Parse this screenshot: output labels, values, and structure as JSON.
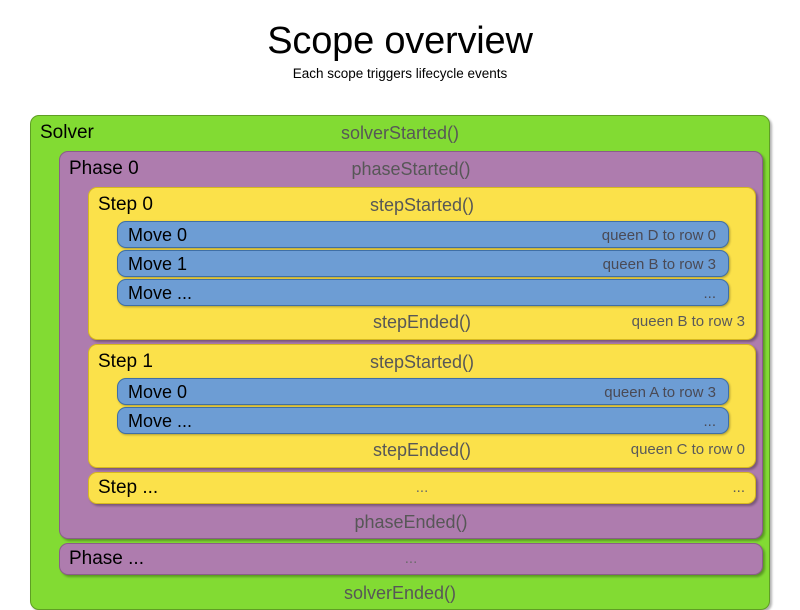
{
  "header": {
    "title": "Scope overview",
    "subtitle": "Each scope triggers lifecycle events"
  },
  "colors": {
    "solver": "#82db33",
    "phase": "#ae7cae",
    "step": "#fbe14a",
    "move": "#6d9dd4",
    "event_text": "#575757",
    "value_text": "#5a5a5a",
    "background": "#ffffff"
  },
  "solver": {
    "name": "Solver",
    "started_event": "solverStarted()",
    "ended_event": "solverEnded()",
    "phases": [
      {
        "name": "Phase 0",
        "started_event": "phaseStarted()",
        "ended_event": "phaseEnded()",
        "steps": [
          {
            "name": "Step 0",
            "started_event": "stepStarted()",
            "ended_event": "stepEnded()",
            "ended_value": "queen B to row 3",
            "moves": [
              {
                "name": "Move 0",
                "value": "queen D to row 0"
              },
              {
                "name": "Move 1",
                "value": "queen B to row 3"
              },
              {
                "name": "Move ...",
                "value": "..."
              }
            ]
          },
          {
            "name": "Step 1",
            "started_event": "stepStarted()",
            "ended_event": "stepEnded()",
            "ended_value": "queen C to row 0",
            "moves": [
              {
                "name": "Move 0",
                "value": "queen A to row 3"
              },
              {
                "name": "Move ...",
                "value": "..."
              }
            ]
          }
        ],
        "trailing_step": {
          "name": "Step ...",
          "started_event": "...",
          "value": "..."
        }
      }
    ],
    "trailing_phase": {
      "name": "Phase ...",
      "started_event": "..."
    }
  }
}
